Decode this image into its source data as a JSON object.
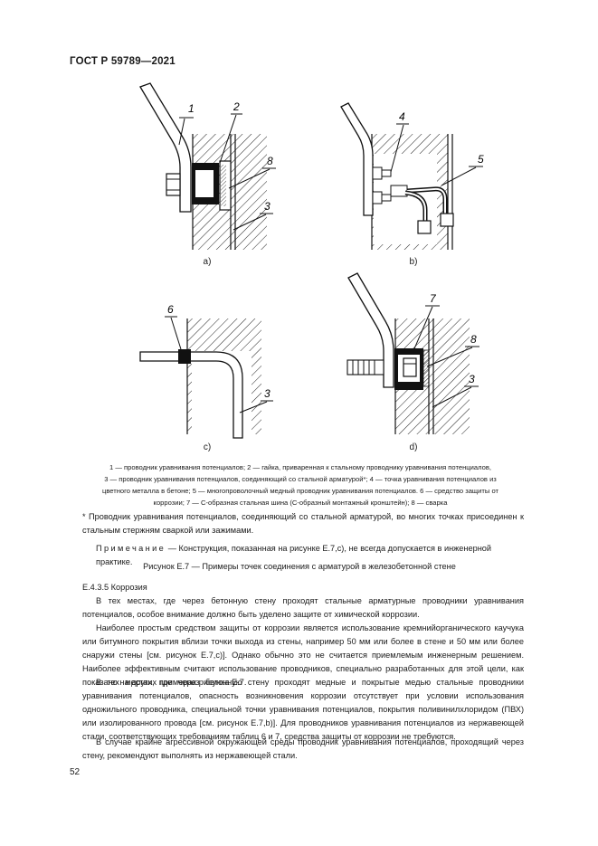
{
  "header": {
    "doc_id": "ГОСТ Р 59789—2021"
  },
  "figure": {
    "labels": {
      "a_1": "1",
      "a_2": "2",
      "a_8": "8",
      "a_3": "3",
      "b_4": "4",
      "b_5": "5",
      "c_6": "6",
      "c_3": "3",
      "d_7": "7",
      "d_8": "8",
      "d_3": "3"
    },
    "subfig": {
      "a": "a)",
      "b": "b)",
      "c": "c)",
      "d": "d)"
    },
    "legend_lines": [
      "1 — проводник уравнивания потенциалов; 2 — гайка, приваренная к стальному проводнику уравнивания потенциалов,",
      "3 — проводник уравнивания потенциалов, соединяющий со стальной арматурой*; 4 — точка уравнивания потенциалов из",
      "цветного металла в бетоне; 5 — многопроволочный медный проводник уравнивания потенциалов. 6 — средство защиты от",
      "коррозии; 7 — С-образная стальная шина (С-образный монтажный кронштейн); 8 — сварка"
    ]
  },
  "footnote": "* Проводник уравнивания потенциалов, соединяющий со стальной арматурой, во многих точках присоединен к стальным стержням сваркой или зажимами.",
  "note": {
    "label": "Примечание",
    "text": " — Конструкция, показанная на рисунке Е.7,c), не всегда допускается в инженерной практике."
  },
  "figure_title": "Рисунок Е.7 — Примеры точек соединения с арматурой в железобетонной стене",
  "section": "Е.4.3.5 Коррозия",
  "paragraphs": [
    "В тех местах, где через бетонную стену проходят стальные арматурные проводники уравнивания потенциалов, особое внимание должно быть уделено защите от химической коррозии.",
    "Наиболее простым средством защиты от коррозии является использование кремнийорганического каучука или битумного покрытия вблизи точки выхода из стены, например 50 мм или более в стене и 50 мм или более снаружи стены [см. рисунок Е.7,c)]. Однако обычно это не считается приемлемым инженерным решением. Наиболее эффективным считают использование проводников, специально разработанных для этой цели, как показано на других примерах рисунка Е.7.",
    "В тех местах, где через бетонную стену проходят медные и покрытые медью стальные проводники уравнивания потенциалов, опасность возникновения коррозии отсутствует при условии использования одножильного проводника, специальной точки уравнивания потенциалов, покрытия поливинилхлоридом (ПВХ) или изолированного провода [см. рисунок Е.7,b)]. Для проводников уравнивания потенциалов из нержавеющей стали, соответствующих требованиям таблиц 6 и 7, средства защиты от коррозии не требуются.",
    "В случае крайне агрессивной окружающей среды проводник уравнивания потенциалов, проходящий через стену, рекомендуют выполнять из нержавеющей стали."
  ],
  "page_number": "52"
}
